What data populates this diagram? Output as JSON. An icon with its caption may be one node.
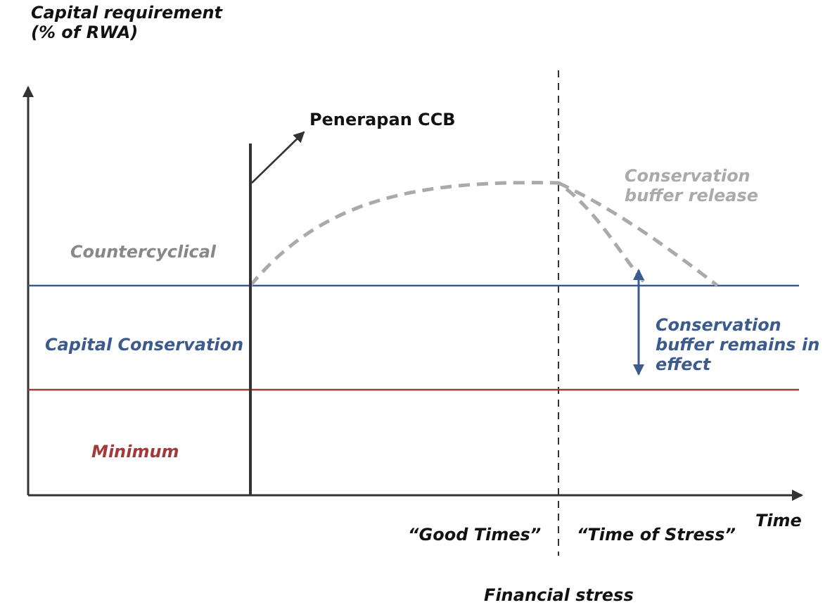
{
  "diagram": {
    "nodes": [
      {
        "text": [
          "Penerapan CCB"
        ]
      },
      {
        "text": [],
        "shape": "bar"
      }
    ],
    "edges": [
      {
        "from": 1,
        "to": 0,
        "arrow": "to"
      }
    ],
    "labels": [
      "Capital requirement (% of RWA)",
      "Conservation buffer release",
      "Countercyclical",
      "Capital Conservation",
      "Conservation buffer remains in effect",
      "Minimum",
      "“Good Times”",
      "“Time of Stress”",
      "Time",
      "Financial stress"
    ]
  }
}
